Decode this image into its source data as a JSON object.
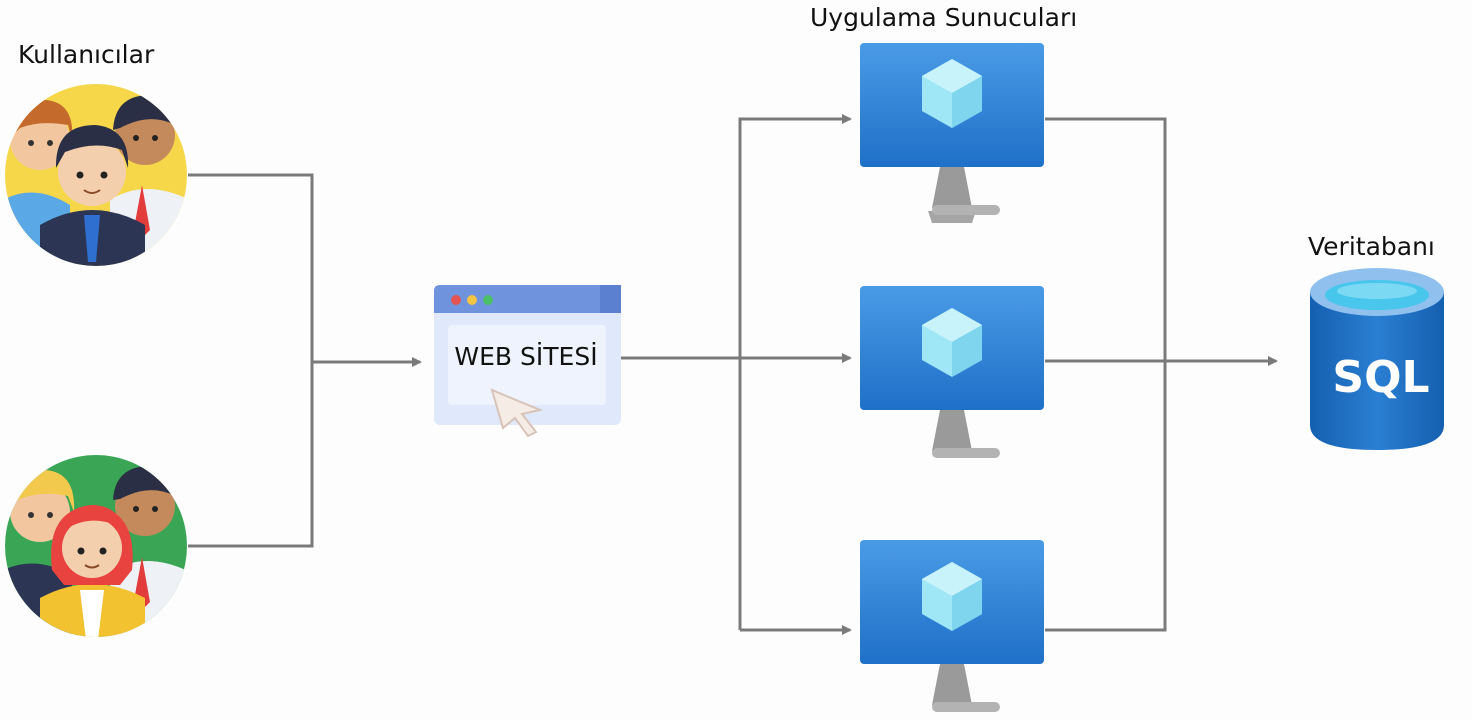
{
  "labels": {
    "users": "Kullanıcılar",
    "app_servers": "Uygulama Sunucuları",
    "database": "Veritabanı",
    "website": "WEB SİTESİ",
    "sql": "SQL"
  },
  "nodes": [
    {
      "id": "user-group-1",
      "icon": "users-group-icon",
      "circle_color": "#f7d74a"
    },
    {
      "id": "user-group-2",
      "icon": "users-group-icon",
      "circle_color": "#3aa655"
    },
    {
      "id": "website",
      "icon": "browser-window-icon"
    },
    {
      "id": "app-server-1",
      "icon": "virtual-machine-icon"
    },
    {
      "id": "app-server-2",
      "icon": "virtual-machine-icon"
    },
    {
      "id": "app-server-3",
      "icon": "virtual-machine-icon"
    },
    {
      "id": "database",
      "icon": "sql-database-icon"
    }
  ],
  "edges": [
    {
      "from": "user-group-1",
      "to": "website"
    },
    {
      "from": "user-group-2",
      "to": "website"
    },
    {
      "from": "website",
      "to": "app-server-1"
    },
    {
      "from": "website",
      "to": "app-server-2"
    },
    {
      "from": "website",
      "to": "app-server-3"
    },
    {
      "from": "app-server-1",
      "to": "database"
    },
    {
      "from": "app-server-2",
      "to": "database"
    },
    {
      "from": "app-server-3",
      "to": "database"
    }
  ],
  "colors": {
    "connector": "#7a7a7a",
    "monitor_blue": "#2f84d8",
    "monitor_stand": "#9a9a9a",
    "sql_blue": "#1f6fc1",
    "browser_bar": "#6f93dd",
    "browser_body": "#dfe9fb"
  }
}
